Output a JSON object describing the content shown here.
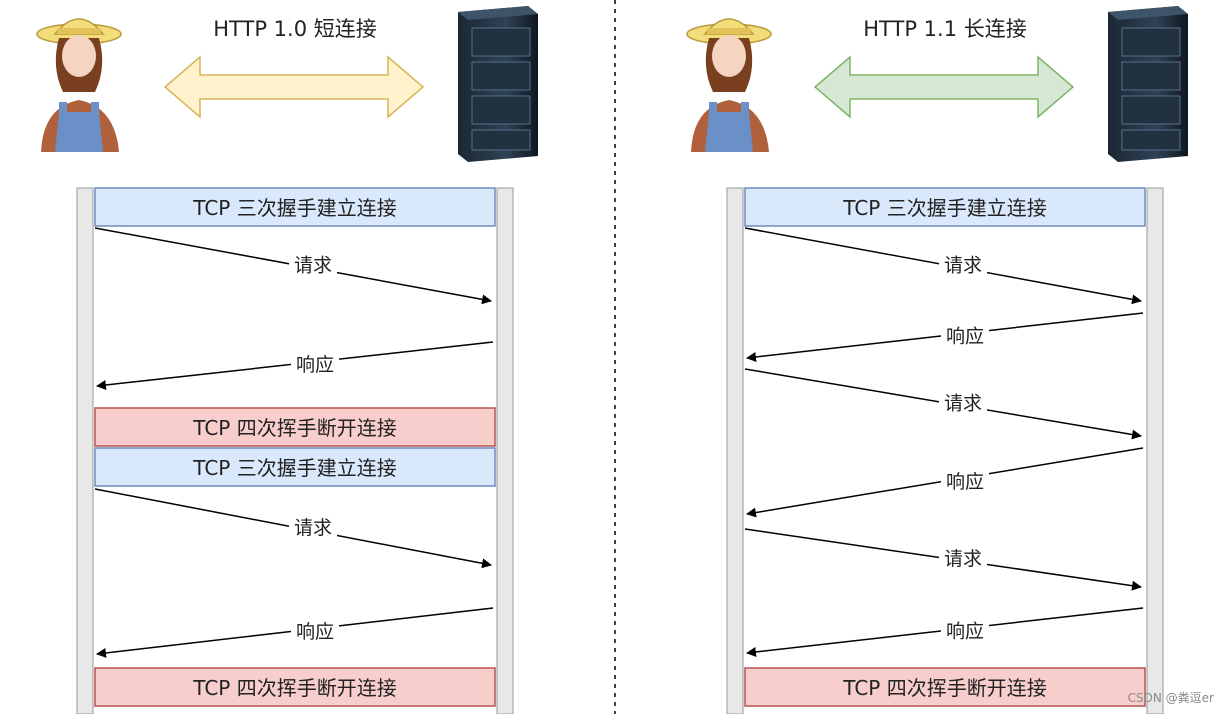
{
  "left": {
    "title": "HTTP 1.0 短连接",
    "steps": [
      {
        "kind": "box",
        "text": "TCP 三次握手建立连接",
        "tone": "blue"
      },
      {
        "kind": "arrow",
        "dir": "right",
        "text": "请求"
      },
      {
        "kind": "arrow",
        "dir": "left",
        "text": "响应"
      },
      {
        "kind": "box",
        "text": "TCP 四次挥手断开连接",
        "tone": "red"
      },
      {
        "kind": "box",
        "text": "TCP 三次握手建立连接",
        "tone": "blue"
      },
      {
        "kind": "arrow",
        "dir": "right",
        "text": "请求"
      },
      {
        "kind": "arrow",
        "dir": "left",
        "text": "响应"
      },
      {
        "kind": "box",
        "text": "TCP 四次挥手断开连接",
        "tone": "red"
      }
    ]
  },
  "right": {
    "title": "HTTP 1.1 长连接",
    "steps": [
      {
        "kind": "box",
        "text": "TCP 三次握手建立连接",
        "tone": "blue"
      },
      {
        "kind": "arrow",
        "dir": "right",
        "text": "请求"
      },
      {
        "kind": "arrow",
        "dir": "left",
        "text": "响应"
      },
      {
        "kind": "arrow",
        "dir": "right",
        "text": "请求"
      },
      {
        "kind": "arrow",
        "dir": "left",
        "text": "响应"
      },
      {
        "kind": "arrow",
        "dir": "right",
        "text": "请求"
      },
      {
        "kind": "arrow",
        "dir": "left",
        "text": "响应"
      },
      {
        "kind": "box",
        "text": "TCP 四次挥手断开连接",
        "tone": "red"
      }
    ]
  },
  "colors": {
    "blue_fill": "#dae8fc",
    "blue_stroke": "#6c8ebf",
    "red_fill": "#f8cecc",
    "red_stroke": "#b85450",
    "arrow_left_panel_fill": "#fff2cc",
    "arrow_left_panel_stroke": "#d6b656",
    "arrow_right_panel_fill": "#d5e8d4",
    "arrow_right_panel_stroke": "#82b366",
    "lifeline": "#e8e8e8"
  },
  "icons": {
    "client": "farmer-person-icon",
    "server": "server-rack-icon"
  },
  "watermark": "CSDN @粪逗er"
}
